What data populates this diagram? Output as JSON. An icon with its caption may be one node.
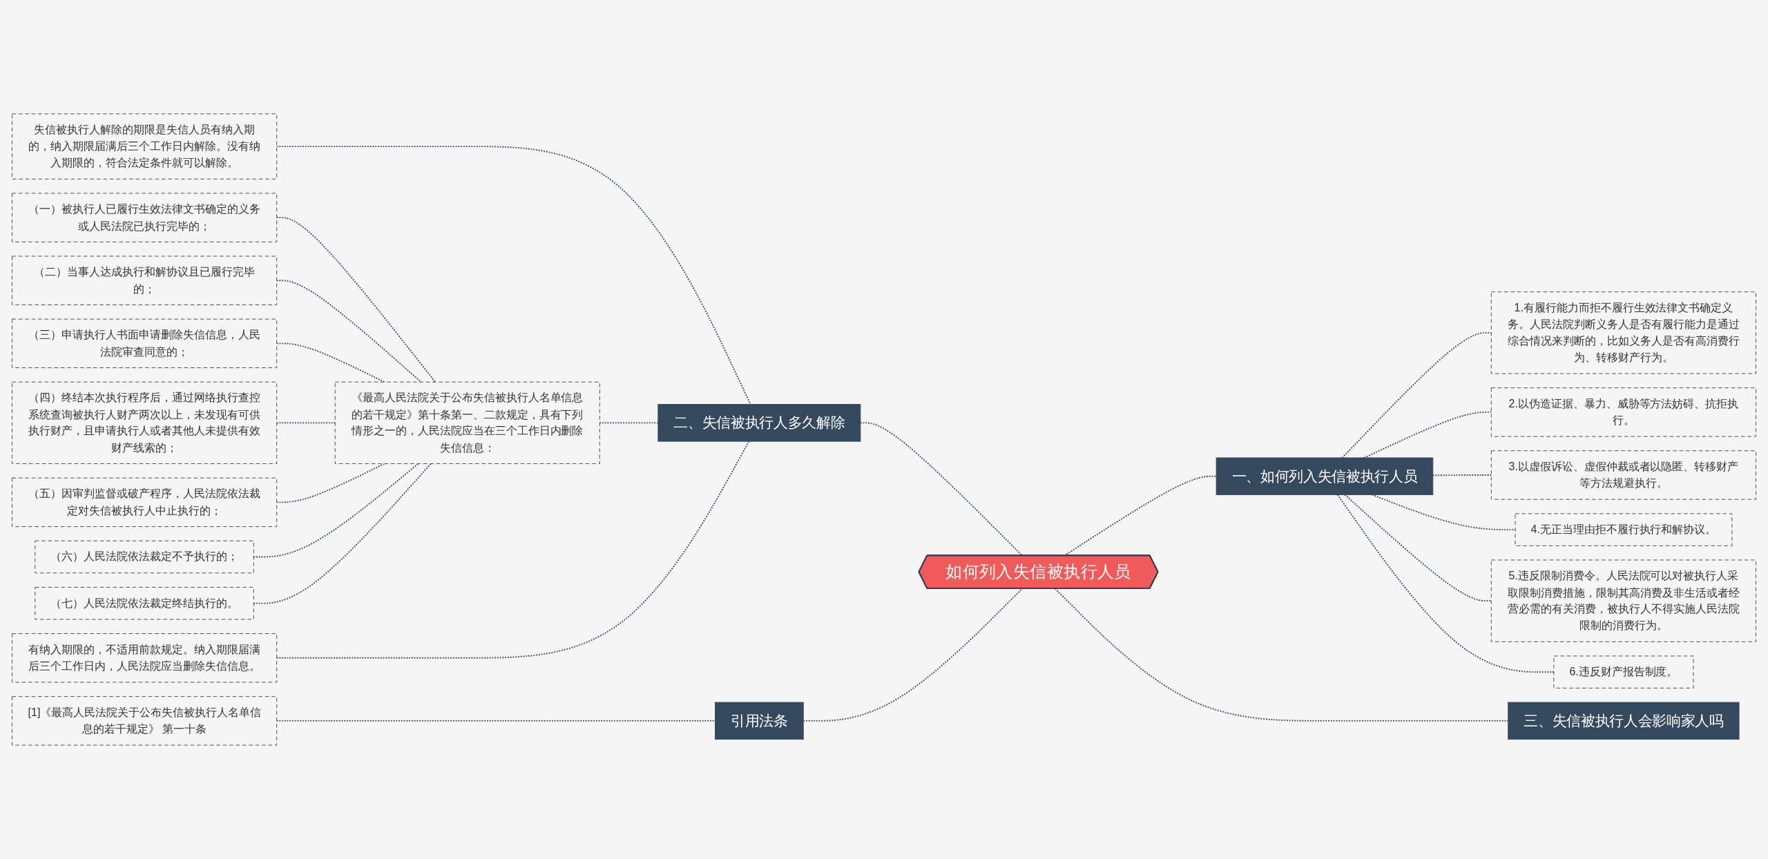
{
  "diagram": {
    "nodes": [
      {
        "text": [
          "如何列入失信被执行人员"
        ]
      },
      {
        "text": [
          "一、如何列入失信被执行人员"
        ]
      },
      {
        "text": [
          "1.有履行能力而拒不履行生效法律文书确定义务。人民法院判断义务人是否有履行能力是通过综合情况来判断的，比如义务人是否有高消费行为、转移财产行为。"
        ]
      },
      {
        "text": [
          "2.以伪造证据、暴力、威胁等方法妨碍、抗拒执行。"
        ]
      },
      {
        "text": [
          "3.以虚假诉讼、虚假仲裁或者以隐匿、转移财产等方法规避执行。"
        ]
      },
      {
        "text": [
          "4.无正当理由拒不履行执行和解协议。"
        ]
      },
      {
        "text": [
          "5.违反限制消费令。人民法院可以对被执行人采取限制消费措施，限制其高消费及非生活或者经营必需的有关消费，被执行人不得实施人民法院限制的消费行为。"
        ]
      },
      {
        "text": [
          "6.违反财产报告制度。"
        ]
      },
      {
        "text": [
          "三、失信被执行人会影响家人吗"
        ]
      },
      {
        "text": [
          "二、失信被执行人多久解除"
        ]
      },
      {
        "text": [
          "失信被执行人解除的期限是失信人员有纳入期的，纳入期限届满后三个工作日内解除。没有纳入期限的，符合法定条件就可以解除。"
        ]
      },
      {
        "text": [
          "《最高人民法院关于公布失信被执行人名单信息的若干规定》第十条第一、二款规定，具有下列情形之一的，人民法院应当在三个工作日内删除失信信息："
        ]
      },
      {
        "text": [
          "（一）被执行人已履行生效法律文书确定的义务或人民法院已执行完毕的；"
        ]
      },
      {
        "text": [
          "（二）当事人达成执行和解协议且已履行完毕的；"
        ]
      },
      {
        "text": [
          "（三）申请执行人书面申请删除失信信息，人民法院审查同意的；"
        ]
      },
      {
        "text": [
          "（四）终结本次执行程序后，通过网络执行查控系统查询被执行人财产两次以上，未发现有可供执行财产，且申请执行人或者其他人未提供有效财产线索的；"
        ]
      },
      {
        "text": [
          "（五）因审判监督或破产程序，人民法院依法裁定对失信被执行人中止执行的；"
        ]
      },
      {
        "text": [
          "（六）人民法院依法裁定不予执行的；"
        ]
      },
      {
        "text": [
          "（七）人民法院依法裁定终结执行的。"
        ]
      },
      {
        "text": [
          "有纳入期限的，不适用前款规定。纳入期限届满后三个工作日内，人民法院应当删除失信信息。"
        ]
      },
      {
        "text": [
          "引用法条"
        ]
      },
      {
        "text": [
          "[1]《最高人民法院关于公布失信被执行人名单信息的若干规定》 第一十条"
        ]
      }
    ],
    "edges": [
      {
        "from": 0,
        "to": 1,
        "arrow": "none",
        "style": "dashed"
      },
      {
        "from": 1,
        "to": 2,
        "arrow": "none",
        "style": "dashed"
      },
      {
        "from": 1,
        "to": 3,
        "arrow": "none",
        "style": "dashed"
      },
      {
        "from": 1,
        "to": 4,
        "arrow": "none",
        "style": "dashed"
      },
      {
        "from": 1,
        "to": 5,
        "arrow": "none",
        "style": "dashed"
      },
      {
        "from": 1,
        "to": 6,
        "arrow": "none",
        "style": "dashed"
      },
      {
        "from": 1,
        "to": 7,
        "arrow": "none",
        "style": "dashed"
      },
      {
        "from": 0,
        "to": 8,
        "arrow": "none",
        "style": "dashed"
      },
      {
        "from": 9,
        "to": 0,
        "arrow": "none",
        "style": "dashed"
      },
      {
        "from": 10,
        "to": 9,
        "arrow": "none",
        "style": "dashed"
      },
      {
        "from": 11,
        "to": 9,
        "arrow": "none",
        "style": "dashed"
      },
      {
        "from": 12,
        "to": 11,
        "arrow": "none",
        "style": "dashed"
      },
      {
        "from": 13,
        "to": 11,
        "arrow": "none",
        "style": "dashed"
      },
      {
        "from": 14,
        "to": 11,
        "arrow": "none",
        "style": "dashed"
      },
      {
        "from": 15,
        "to": 11,
        "arrow": "none",
        "style": "dashed"
      },
      {
        "from": 16,
        "to": 11,
        "arrow": "none",
        "style": "dashed"
      },
      {
        "from": 17,
        "to": 11,
        "arrow": "none",
        "style": "dashed"
      },
      {
        "from": 18,
        "to": 11,
        "arrow": "none",
        "style": "dashed"
      },
      {
        "from": 19,
        "to": 9,
        "arrow": "none",
        "style": "dashed"
      },
      {
        "from": 20,
        "to": 0,
        "arrow": "none",
        "style": "dashed"
      },
      {
        "from": 21,
        "to": 20,
        "arrow": "none",
        "style": "dashed"
      }
    ]
  }
}
